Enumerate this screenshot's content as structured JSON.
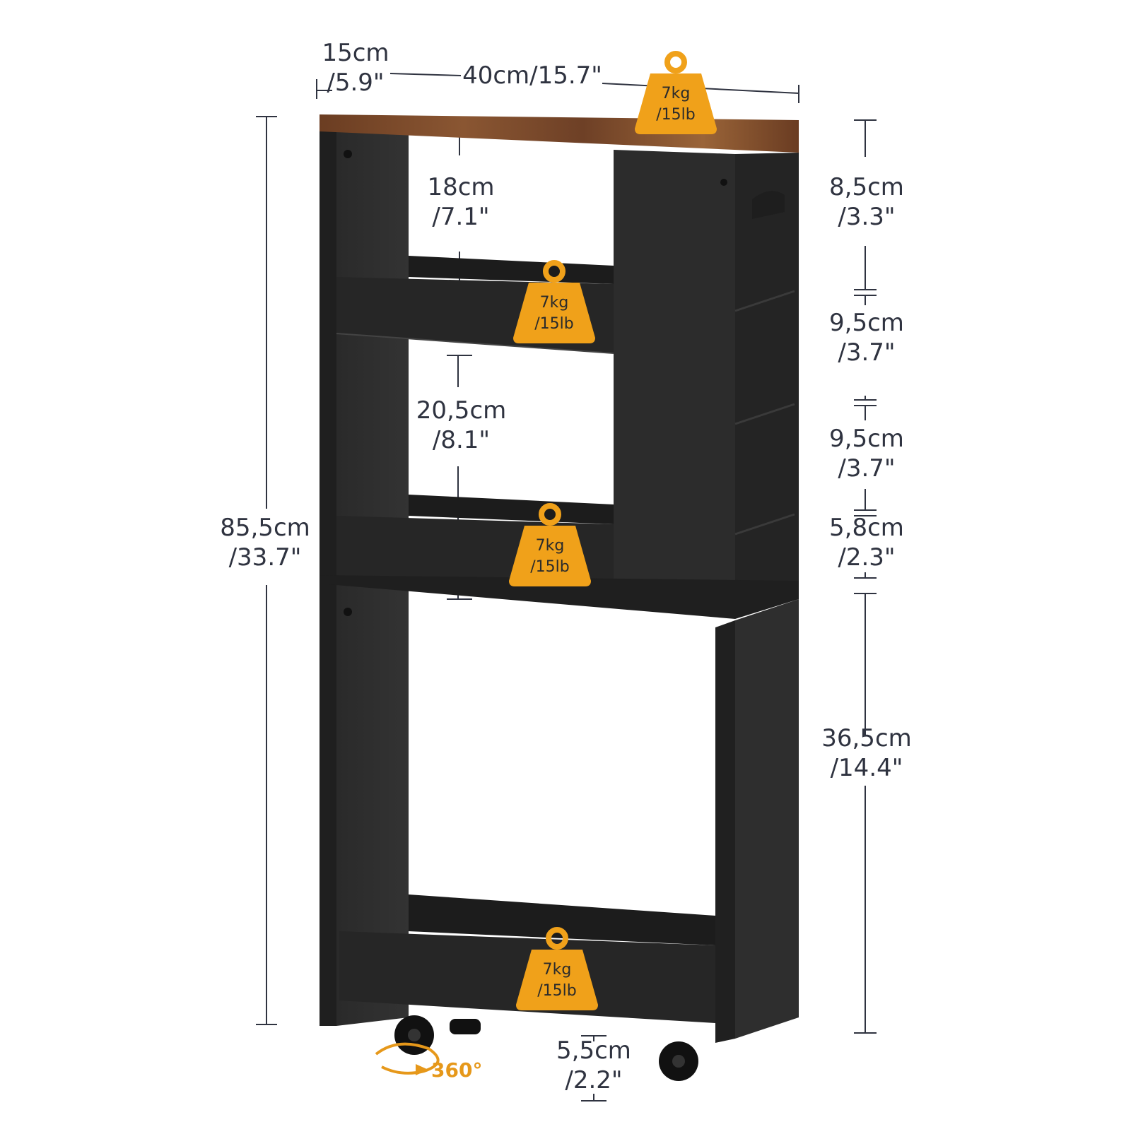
{
  "dimensions": {
    "depth": {
      "metric": "15cm",
      "imperial": "/5.9\""
    },
    "width": {
      "metric": "40cm",
      "imperial": "/15.7\""
    },
    "height": {
      "metric": "85,5cm",
      "imperial": "/33.7\""
    },
    "top_gap": {
      "metric": "18cm",
      "imperial": "/7.1\""
    },
    "mid_gap": {
      "metric": "20,5cm",
      "imperial": "/8.1\""
    },
    "side_1": {
      "metric": "8,5cm",
      "imperial": "/3.3\""
    },
    "side_2": {
      "metric": "9,5cm",
      "imperial": "/3.7\""
    },
    "side_3": {
      "metric": "9,5cm",
      "imperial": "/3.7\""
    },
    "side_4": {
      "metric": "5,8cm",
      "imperial": "/2.3\""
    },
    "bottom_section": {
      "metric": "36,5cm",
      "imperial": "/14.4\""
    },
    "clearance": {
      "metric": "5,5cm",
      "imperial": "/2.2\""
    }
  },
  "load_badges": [
    {
      "weight": "7kg",
      "imperial": "/15lb"
    },
    {
      "weight": "7kg",
      "imperial": "/15lb"
    },
    {
      "weight": "7kg",
      "imperial": "/15lb"
    },
    {
      "weight": "7kg",
      "imperial": "/15lb"
    }
  ],
  "rotation": "360°",
  "colors": {
    "frame": "#2b2b2b",
    "frame_dark": "#1e1e1e",
    "wood": "#7a4a2a",
    "badge": "#f0a11a",
    "text": "#2f3340"
  }
}
